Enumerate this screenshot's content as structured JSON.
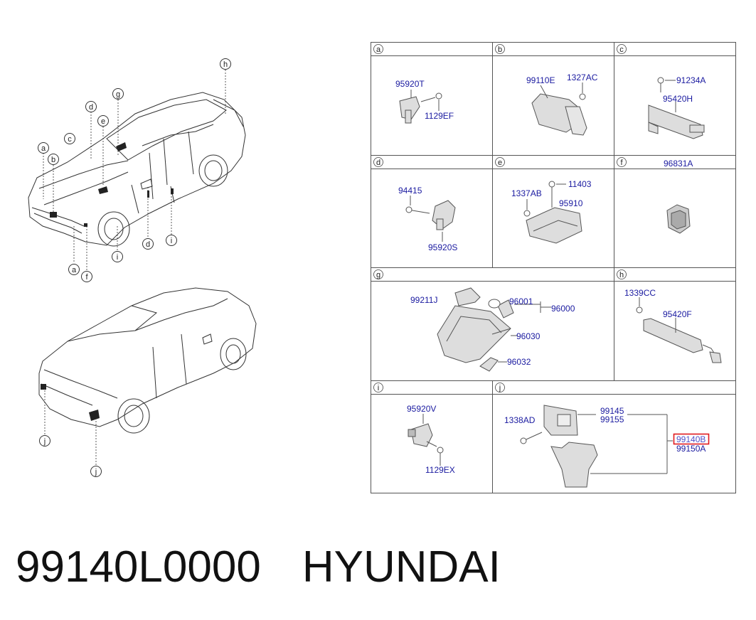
{
  "car_callouts": [
    "a",
    "b",
    "c",
    "d",
    "e",
    "g",
    "h",
    "d",
    "i",
    "a",
    "f",
    "i"
  ],
  "rear_callouts": [
    "j",
    "j"
  ],
  "panels": [
    {
      "id": "a",
      "parts": [
        "95920T",
        "1129EF"
      ]
    },
    {
      "id": "b",
      "parts": [
        "99110E",
        "1327AC"
      ]
    },
    {
      "id": "c",
      "parts": [
        "91234A",
        "95420H"
      ]
    },
    {
      "id": "d",
      "parts": [
        "94415",
        "95920S"
      ]
    },
    {
      "id": "e",
      "parts": [
        "11403",
        "1337AB",
        "95910"
      ]
    },
    {
      "id": "f",
      "parts": [
        "96831A"
      ]
    },
    {
      "id": "g",
      "parts": [
        "99211J",
        "96001",
        "96000",
        "96030",
        "96032"
      ]
    },
    {
      "id": "h",
      "parts": [
        "1339CC",
        "95420F"
      ]
    },
    {
      "id": "i",
      "parts": [
        "95920V",
        "1129EX"
      ]
    },
    {
      "id": "j",
      "parts": [
        "99145",
        "99155",
        "1338AD",
        "99140B",
        "99150A"
      ]
    }
  ],
  "highlight_part": "99140B",
  "footer": {
    "part_number": "99140L0000",
    "brand": "HYUNDAI"
  }
}
